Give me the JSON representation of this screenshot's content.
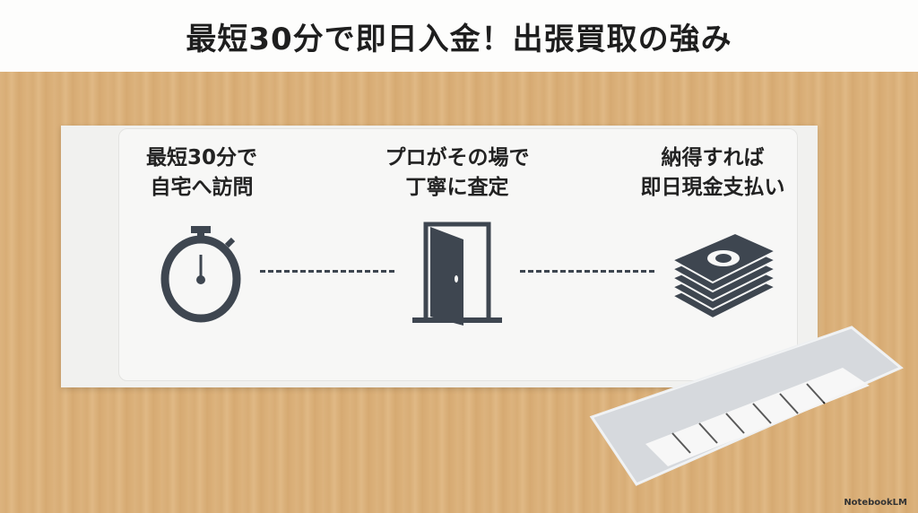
{
  "title": "最短30分で即日入金！出張買取の強み",
  "steps": [
    {
      "line1": "最短30分で",
      "line2": "自宅へ訪問",
      "icon": "stopwatch-icon"
    },
    {
      "line1": "プロがその場で",
      "line2": "丁寧に査定",
      "icon": "open-door-icon"
    },
    {
      "line1": "納得すれば",
      "line2": "即日現金支払い",
      "icon": "cash-stack-icon"
    }
  ],
  "brand": "NotebookLM",
  "colors": {
    "icon": "#3e4650",
    "wood": "#dcb37e"
  }
}
